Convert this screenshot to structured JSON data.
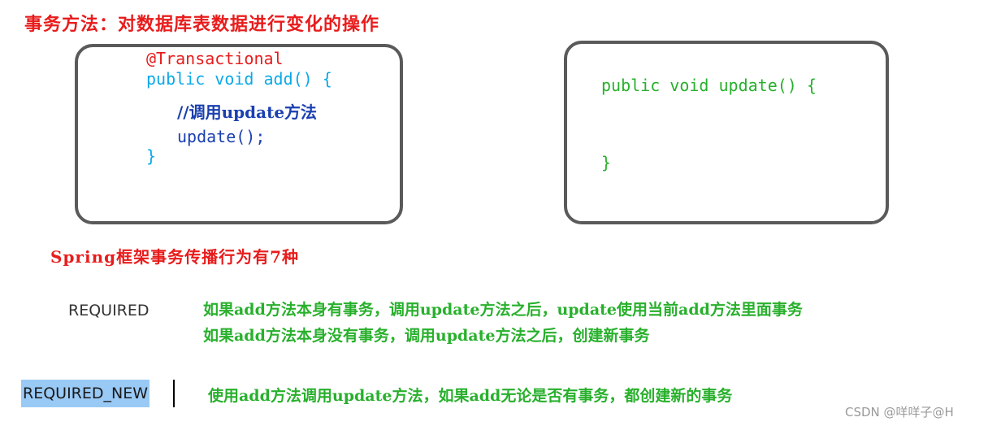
{
  "header": {
    "title": "事务方法：对数据库表数据进行变化的操作"
  },
  "left_box": {
    "annotation": "@Transactional",
    "signature": "public void add() {",
    "comment": "//调用update方法",
    "call": "update();",
    "closing": "}"
  },
  "right_box": {
    "signature": "public void update() {",
    "closing": "}"
  },
  "subtitle": "Spring框架事务传播行为有7种",
  "behaviors": [
    {
      "label": "REQUIRED",
      "lines": [
        "如果add方法本身有事务，调用update方法之后，update使用当前add方法里面事务",
        "如果add方法本身没有事务，调用update方法之后，创建新事务"
      ]
    },
    {
      "label": "REQUIRED_NEW",
      "lines": [
        "使用add方法调用update方法，如果add无论是否有事务，都创建新的事务"
      ]
    }
  ],
  "watermark": "CSDN @咩咩子@H",
  "colors": {
    "title": "#e81c1c",
    "annotation": "#e81c1c",
    "signature": "#0aa9e8",
    "comment": "#1a3fb0",
    "update_code": "#28b02c",
    "description": "#28b02c",
    "highlight": "#99c9f5"
  }
}
